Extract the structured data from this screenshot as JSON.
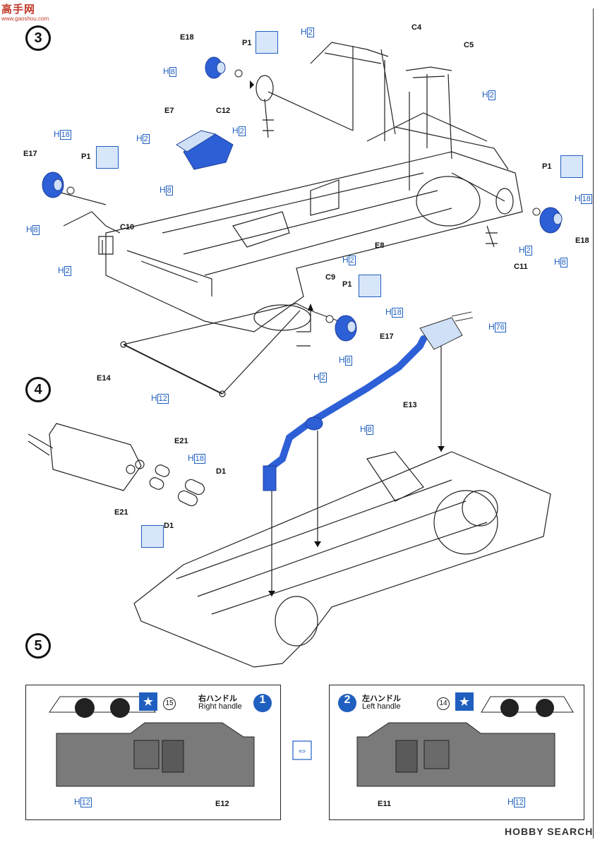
{
  "watermark_top": {
    "text": "高手网",
    "url": "www.gaoshou.com"
  },
  "steps": [
    "3",
    "4",
    "5"
  ],
  "labels": {
    "E18_top": "E18",
    "P1_top": "P1",
    "C12": "C12",
    "E7": "E7",
    "E17_left": "E17",
    "P1_left": "P1",
    "C10": "C10",
    "C4": "C4",
    "C5": "C5",
    "P1_right": "P1",
    "E18_right": "E18",
    "C11": "C11",
    "E8": "E8",
    "C9": "C9",
    "P1_mid": "P1",
    "E17_mid": "E17",
    "E14": "E14",
    "E13": "E13",
    "E21_top": "E21",
    "E21_bottom": "E21",
    "D1_top": "D1",
    "D1_bottom": "D1",
    "E12": "E12",
    "E11": "E11",
    "num_15": "15",
    "num_14": "14"
  },
  "paint_codes": {
    "h2": "H",
    "h8": "H",
    "h12": "H",
    "h18": "H",
    "h76": "H",
    "n2": "2",
    "n8": "8",
    "n12": "12",
    "n18": "18",
    "n76": "76"
  },
  "panels": {
    "right_jp": "右ハンドル",
    "right_en": "Right handle",
    "right_badge": "1",
    "left_jp": "左ハンドル",
    "left_en": "Left handle",
    "left_badge": "2"
  },
  "footer": {
    "logo": "HOBBY SEARCH"
  },
  "colors": {
    "accent_blue": "#1f5fbf",
    "part_fill": "#2d5fd6",
    "light_blue": "#cfe0f7",
    "line": "#222222"
  }
}
